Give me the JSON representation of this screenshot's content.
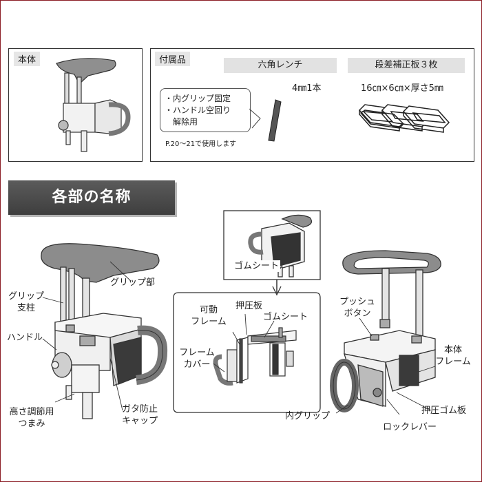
{
  "honntai_box": {
    "tag": "本体"
  },
  "accessory_box": {
    "tag": "付属品",
    "wrench_header": "六角レンチ",
    "wrench_spec": "4㎜1本",
    "plate_header": "段差補正板３枚",
    "plate_spec": "16㎝×6㎝×厚さ5㎜",
    "notes": [
      "・内グリップ固定",
      "・ハンドル空回り",
      "解除用"
    ],
    "page_ref": "P.20～21で使用します"
  },
  "section_title": "各部の名称",
  "labels": {
    "grip_part": "グリップ部",
    "grip_post_1": "グリップ",
    "grip_post_2": "支柱",
    "handle": "ハンドル",
    "height_knob_1": "高さ調節用",
    "height_knob_2": "つまみ",
    "rattle_cap_1": "ガタ防止",
    "rattle_cap_2": "キャップ",
    "rubber_sheet_top": "ゴムシート",
    "movable_frame_1": "可動",
    "movable_frame_2": "フレーム",
    "press_plate": "押圧板",
    "rubber_sheet": "ゴムシート",
    "frame_cover_1": "フレーム",
    "frame_cover_2": "カバー",
    "push_button_1": "プッシュ",
    "push_button_2": "ボタン",
    "body_frame_1": "本体",
    "body_frame_2": "フレーム",
    "inner_grip": "内グリップ",
    "press_rubber": "押圧ゴム板",
    "lock_lever": "ロックレバー"
  }
}
